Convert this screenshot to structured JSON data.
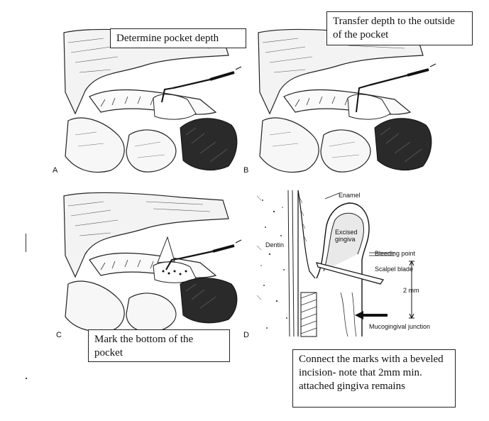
{
  "callouts": {
    "a": "Determine pocket depth",
    "b": "Transfer depth to the outside of the pocket",
    "c": "Mark the bottom of the pocket",
    "d": "Connect the marks with a beveled incision- note that 2mm min. attached gingiva remains"
  },
  "panel_letters": {
    "a": "A",
    "b": "B",
    "c": "C",
    "d": "D"
  },
  "section_labels": {
    "enamel": "Enamel",
    "excised_gingiva": "Excised gingiva",
    "dentin": "Dentin",
    "bleeding_point": "Bleeding point",
    "scalpel_blade": "Scalpel blade",
    "measurement": "2 mm",
    "mucogingival_junction": "Mucogingival junction"
  }
}
